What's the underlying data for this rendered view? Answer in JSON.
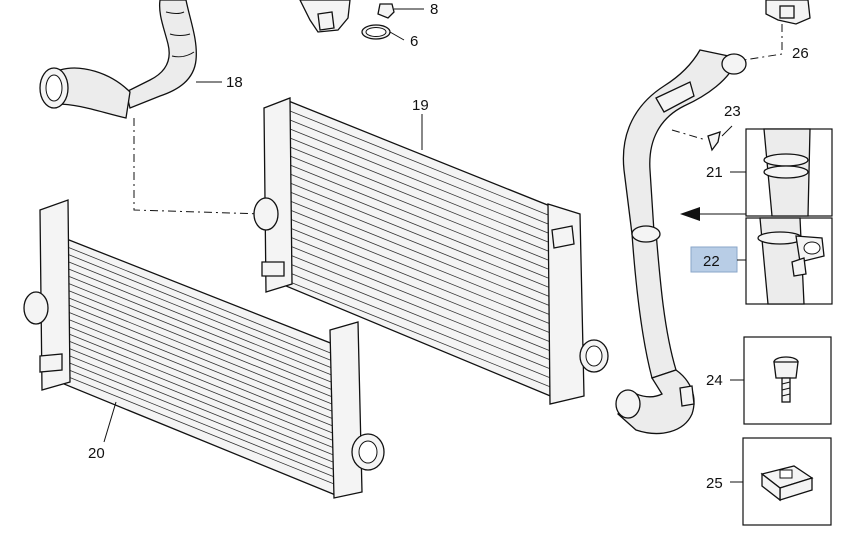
{
  "callouts": {
    "c6": "6",
    "c8": "8",
    "c18": "18",
    "c19": "19",
    "c20": "20",
    "c21": "21",
    "c22": "22",
    "c23": "23",
    "c24": "24",
    "c25": "25",
    "c26": "26"
  },
  "highlight": {
    "part": "22",
    "color": "#b8cde6"
  }
}
